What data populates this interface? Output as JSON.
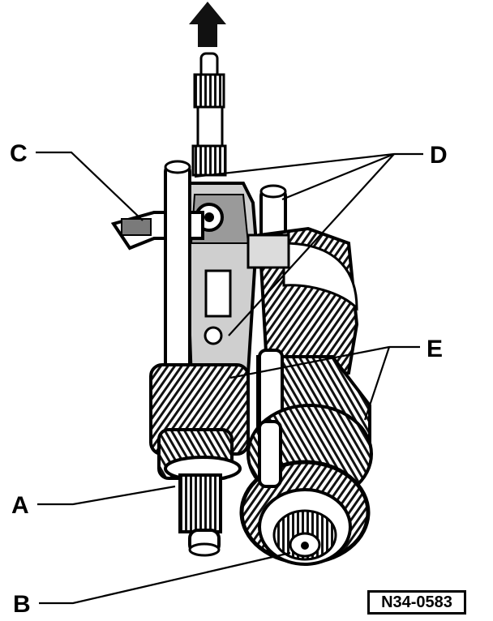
{
  "labels": {
    "a": "A",
    "b": "B",
    "c": "C",
    "d": "D",
    "e": "E"
  },
  "reference_code": "N34-0583",
  "colors": {
    "ink": "#000000",
    "paper": "#ffffff",
    "shade": "#6e6e6e",
    "light_shade": "#bdbdbd"
  }
}
